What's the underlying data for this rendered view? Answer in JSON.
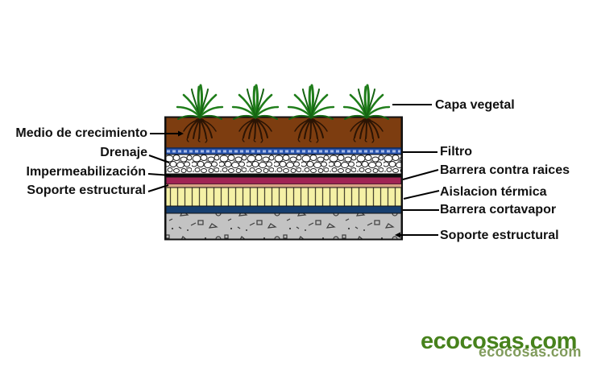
{
  "diagram": {
    "left_labels": [
      {
        "label": "Medio de crecimiento"
      },
      {
        "label": "Drenaje"
      },
      {
        "label": "Impermeabilización"
      },
      {
        "label": "Soporte estructural"
      }
    ],
    "right_labels": [
      {
        "label": "Capa vegetal"
      },
      {
        "label": "Filtro"
      },
      {
        "label": "Barrera contra raices"
      },
      {
        "label": "Aislacion térmica"
      },
      {
        "label": "Barrera cortavapor"
      },
      {
        "label": "Soporte estructural"
      }
    ],
    "layers_top_to_bottom": [
      "Capa vegetal",
      "Medio de crecimiento",
      "Filtro",
      "Drenaje",
      "Impermeabilización",
      "Barrera contra raices",
      "Aislacion térmica",
      "Barrera cortavapor",
      "Soporte estructural"
    ],
    "colors": {
      "soil": "#7d3d10",
      "filter_blue": "#2a55ae",
      "filter_stripe": "#a8bce8",
      "filter_edge": "#0d2a5c",
      "gravel_bg": "#ffffff",
      "membrane": "#0d0d0d",
      "root_barrier": "#a02454",
      "separator_tan": "#d8a284",
      "insulation": "#f5f1a6",
      "insulation_line": "#4a4632",
      "vapor_barrier": "#163e6e",
      "concrete": "#c3c3c3",
      "plant_green": "#1f7d1a",
      "plant_green_dark": "#156312",
      "roots_brown": "#2b1404",
      "outline": "#111111",
      "leader_line": "#000000"
    }
  },
  "watermark": {
    "primary": "ecocosas.com",
    "secondary": "ecocosas.com",
    "primary_color": "#47821c",
    "secondary_color": "#7a9653"
  }
}
